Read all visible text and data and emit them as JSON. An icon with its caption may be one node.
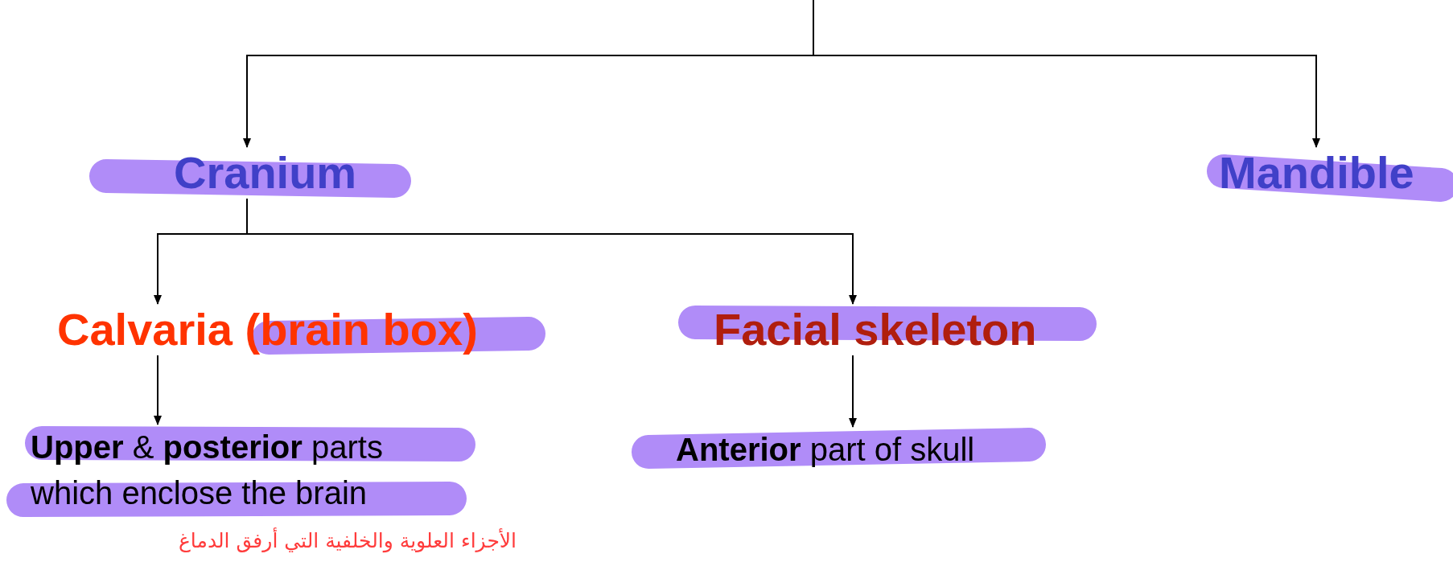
{
  "diagram": {
    "nodes": [
      {
        "text": [
          "Cranium"
        ]
      },
      {
        "text": [
          "Mandible"
        ]
      },
      {
        "text": [
          "Calvaria (brain box)"
        ]
      },
      {
        "text": [
          "Facial skeleton"
        ]
      },
      {
        "text": [
          "**Upper** & **posterior** parts which enclose the brain"
        ],
        "beside": [
          "الأجزاء العلوية والخلفية التي أرفق الدماغ"
        ]
      },
      {
        "text": [
          "**Anterior** part of skull"
        ]
      }
    ],
    "edges": [
      {
        "from": null,
        "to": 0,
        "arrow": "to"
      },
      {
        "from": null,
        "to": 1,
        "arrow": "to"
      },
      {
        "from": 0,
        "to": 2,
        "arrow": "to"
      },
      {
        "from": 0,
        "to": 3,
        "arrow": "to"
      },
      {
        "from": 2,
        "to": 4,
        "arrow": "to"
      },
      {
        "from": 3,
        "to": 5,
        "arrow": "to"
      }
    ]
  }
}
